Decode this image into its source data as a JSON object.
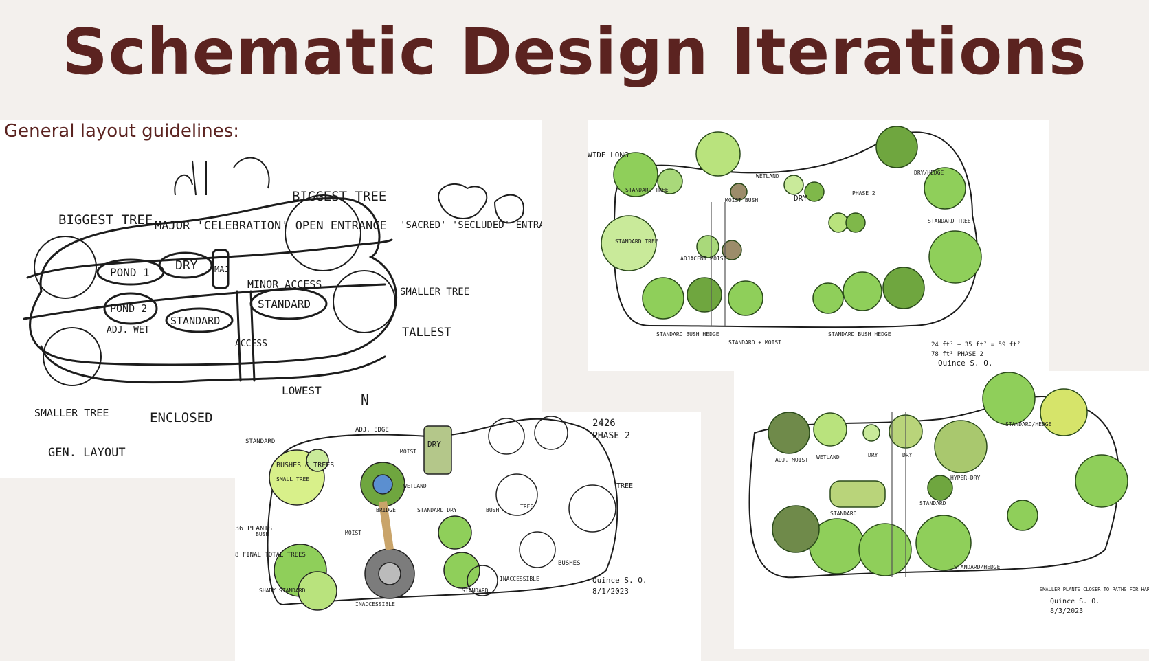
{
  "title": "Schematic Design Iterations",
  "general_label": "General layout guidelines:",
  "sketch1": {
    "labels": {
      "biggest_tree_left": "BIGGEST TREE",
      "major_celebration": "MAJOR 'CELEBRATION' OPEN ENTRANCE",
      "biggest_tree_right": "BIGGEST TREE",
      "sacred_entrance": "'SACRED' 'SECLUDED' ENTRANCE",
      "pond1": "POND 1",
      "pond2": "POND 2",
      "dry": "DRY",
      "major": "MAJ",
      "minor_access": "MINOR ACCESS",
      "standard_a": "STANDARD",
      "standard_b": "STANDARD",
      "adj_wet": "ADJ. WET",
      "access": "ACCESS",
      "smaller_tree_right": "SMALLER TREE",
      "tallest": "TALLEST",
      "lowest": "LOWEST",
      "north": "N",
      "smaller_tree_left": "SMALLER TREE",
      "enclosed": "ENCLOSED",
      "gen_layout": "GEN. LAYOUT"
    }
  },
  "sketch2": {
    "labels": {
      "wide_long": "WIDE LONG",
      "standard_tree_a": "STANDARD TREE",
      "standard_tree_b": "STANDARD TREE",
      "wetland": "WETLAND",
      "moist_bush": "MOIST BUSH",
      "dry": "DRY",
      "phase": "PHASE 2",
      "dry_hedge": "DRY/HEDGE",
      "standard_tree_c": "STANDARD TREE",
      "adj_moist": "ADJACENT MOIST",
      "standard_bush_hedge_a": "STANDARD BUSH HEDGE",
      "standard_moist": "STANDARD + MOIST",
      "standard_bush_hedge_b": "STANDARD BUSH HEDGE",
      "notes": "24 ft² + 35 ft² = 59 ft²",
      "notes2": "78 ft² PHASE 2",
      "signature": "Quince S. O."
    }
  },
  "sketch3": {
    "labels": {
      "count": "2426",
      "phase2": "PHASE 2",
      "standard": "STANDARD",
      "bushes_trees": "BUSHES & TREES",
      "small_tree": "SMALL TREE",
      "adjedge": "ADJ. EDGE",
      "moist": "MOIST",
      "dry": "DRY",
      "wetland": "WETLAND",
      "bridge": "BRIDGE",
      "standard_dry": "STANDARD DRY",
      "phase_plants": "36 PLANTS",
      "final": "8 FINAL TOTAL TREES",
      "bush": "BUSH",
      "bush2": "BUSH",
      "tree": "TREE",
      "tree2": "TREE",
      "moist2": "MOIST",
      "bushes": "BUSHES",
      "inaccessible": "INACCESSIBLE",
      "inaccessible2": "INACCESSIBLE",
      "shady_standard": "SHADY STANDARD",
      "standard2": "STANDARD",
      "signature": "Quince S. O.",
      "date": "8/1/2023"
    }
  },
  "sketch4": {
    "labels": {
      "adj_moist": "ADJ. MOIST",
      "wetland": "WETLAND",
      "dry": "DRY",
      "dry2": "DRY",
      "hyper_dry": "HYPER-DRY",
      "standard_hedge": "STANDARD/HEDGE",
      "standard": "STANDARD",
      "standard2": "STANDARD",
      "standard_hedge2": "STANDARD/HEDGE",
      "note": "SMALLER PLANTS CLOSER TO PATHS FOR HARVEST",
      "signature": "Quince S. O.",
      "date": "8/3/2023"
    }
  },
  "colors": {
    "title": "#5b2320",
    "background": "#f3f0ed",
    "green_dark": "#3f8a2e",
    "green_light": "#a9d97a"
  }
}
